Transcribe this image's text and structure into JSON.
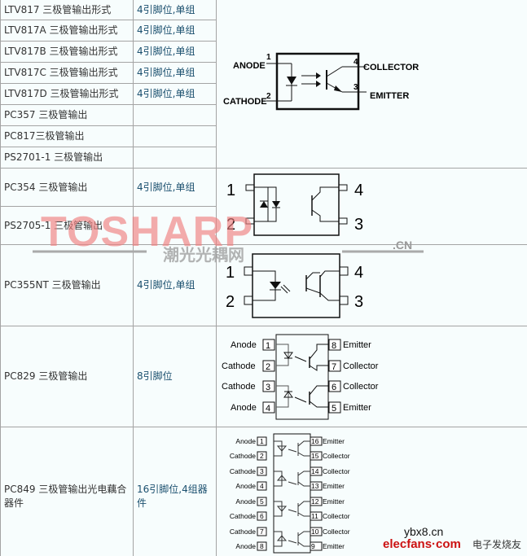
{
  "rows": [
    {
      "model": "LTV817 三极管输出形式",
      "pins": "4引脚位,单组"
    },
    {
      "model": "LTV817A 三极管输出形式",
      "pins": "4引脚位,单组"
    },
    {
      "model": "LTV817B 三极管输出形式",
      "pins": "4引脚位,单组"
    },
    {
      "model": "LTV817C 三极管输出形式",
      "pins": "4引脚位,单组"
    },
    {
      "model": "LTV817D 三极管输出形式",
      "pins": "4引脚位,单组"
    },
    {
      "model": "PC357 三极管输出",
      "pins": ""
    },
    {
      "model": "PC817三极管输出",
      "pins": ""
    },
    {
      "model": "PS2701-1 三极管输出",
      "pins": ""
    },
    {
      "model": "PC354 三极管输出",
      "pins": "4引脚位,单组"
    },
    {
      "model": "PS2705-1 三极管输出",
      "pins": ""
    },
    {
      "model": "PC355NT 三极管输出",
      "pins": "4引脚位,单组"
    },
    {
      "model": "PC829 三极管输出",
      "pins": "8引脚位"
    },
    {
      "model": "PC849 三极管输出光电藕合器件",
      "pins": "16引脚位,4组器件"
    }
  ],
  "diagrams": {
    "ltv817": {
      "anode": "ANODE",
      "cathode": "CATHODE",
      "collector": "COLLECTOR",
      "emitter": "EMITTER",
      "p1": "1",
      "p2": "2",
      "p3": "3",
      "p4": "4"
    },
    "pc354": {
      "p1": "1",
      "p2": "2",
      "p3": "3",
      "p4": "4"
    },
    "pc355": {
      "p1": "1",
      "p2": "2",
      "p3": "3",
      "p4": "4"
    },
    "pc829": {
      "left": [
        {
          "label": "Anode",
          "pin": "1"
        },
        {
          "label": "Cathode",
          "pin": "2"
        },
        {
          "label": "Cathode",
          "pin": "3"
        },
        {
          "label": "Anode",
          "pin": "4"
        }
      ],
      "right": [
        {
          "label": "Emitter",
          "pin": "8"
        },
        {
          "label": "Collector",
          "pin": "7"
        },
        {
          "label": "Collector",
          "pin": "6"
        },
        {
          "label": "Emitter",
          "pin": "5"
        }
      ]
    },
    "pc849": {
      "left": [
        {
          "label": "Anode",
          "pin": "1"
        },
        {
          "label": "Cathode",
          "pin": "2"
        },
        {
          "label": "Cathode",
          "pin": "3"
        },
        {
          "label": "Anode",
          "pin": "4"
        },
        {
          "label": "Anode",
          "pin": "5"
        },
        {
          "label": "Cathode",
          "pin": "6"
        },
        {
          "label": "Cathode",
          "pin": "7"
        },
        {
          "label": "Anode",
          "pin": "8"
        }
      ],
      "right": [
        {
          "label": "Emitter",
          "pin": "16"
        },
        {
          "label": "Collector",
          "pin": "15"
        },
        {
          "label": "Collector",
          "pin": "14"
        },
        {
          "label": "Emitter",
          "pin": "13"
        },
        {
          "label": "Emitter",
          "pin": "12"
        },
        {
          "label": "Collector",
          "pin": "11"
        },
        {
          "label": "Collector",
          "pin": "10"
        },
        {
          "label": "Emitter",
          "pin": "9"
        }
      ]
    }
  },
  "watermarks": {
    "tosharp": "TOSHARP",
    "tosharp_cn": "潮光光耦网",
    "tosharp_domain": ".CN",
    "ybx": "ybx8.cn",
    "elecfans": "elecfans·com",
    "elecfans_cn": "电子发烧友"
  },
  "colors": {
    "border": "#a4a4a4",
    "cell_bg": "#f7fdfd",
    "text": "#333333",
    "pin_text": "#1a4f6e",
    "wm_red": "#f08080",
    "wm_blue": "#7fc4e8",
    "elecfans_red": "#cc1111"
  }
}
